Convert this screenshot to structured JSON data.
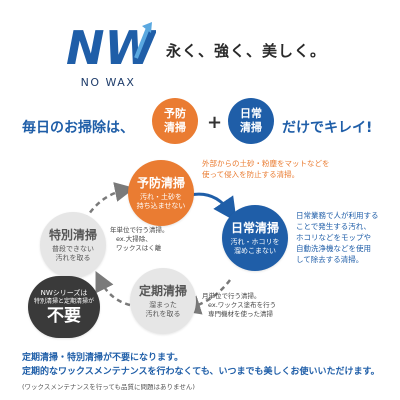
{
  "brand": {
    "logo_text": "NW",
    "logo_sub": "NO WAX",
    "tagline": "永く、強く、美しく。",
    "blue": "#1f5ea8",
    "orange": "#ea7c32",
    "gray": "#9a9a9a",
    "dark": "#3a3a3a"
  },
  "headline": {
    "prefix": "毎日のお掃除は、",
    "badge1": [
      "予防",
      "清掃"
    ],
    "plus": "+",
    "badge2": [
      "日常",
      "清掃"
    ],
    "suffix": "だけでキレイ!"
  },
  "cycle": {
    "preventive": {
      "title": "予防清掃",
      "sub": [
        "汚れ・土砂を",
        "持ち込ませない"
      ]
    },
    "daily": {
      "title": "日常清掃",
      "sub": [
        "汚れ・ホコリを",
        "溜めこまない"
      ]
    },
    "periodic": {
      "title": "定期清掃",
      "sub": [
        "溜まった",
        "汚れを取る"
      ]
    },
    "special": {
      "title": "特別清掃",
      "sub": [
        "普段できない",
        "汚れを取る"
      ]
    },
    "nw_badge": {
      "line1": "NWシリーズは",
      "line2": "特別清掃と定期清掃が",
      "big": "不要"
    },
    "notes": {
      "preventive": [
        "外部からの土砂・粉塵をマットなどを",
        "使って侵入を防止する清掃。"
      ],
      "daily": [
        "日常業務で人が利用する",
        "ことで発生する汚れ、",
        "ホコリなどをモップや",
        "自動洗浄機などを使用",
        "して除去する清掃。"
      ],
      "special": [
        "年単位で行う清掃。",
        "ex.大掃除、",
        "ワックスはく離"
      ],
      "periodic": [
        "月単位で行う清掃。",
        "ex.ワックス塗布を行う",
        "専門機材を使った清掃"
      ]
    }
  },
  "bottom": {
    "line1": "定期清掃・特別清掃が不要になります。",
    "line2": "定期的なワックスメンテナンスを行わなくても、いつまでも美しくお使いいただけます。",
    "footnote": "(ワックスメンテナンスを行っても品質に問題はありません)"
  }
}
